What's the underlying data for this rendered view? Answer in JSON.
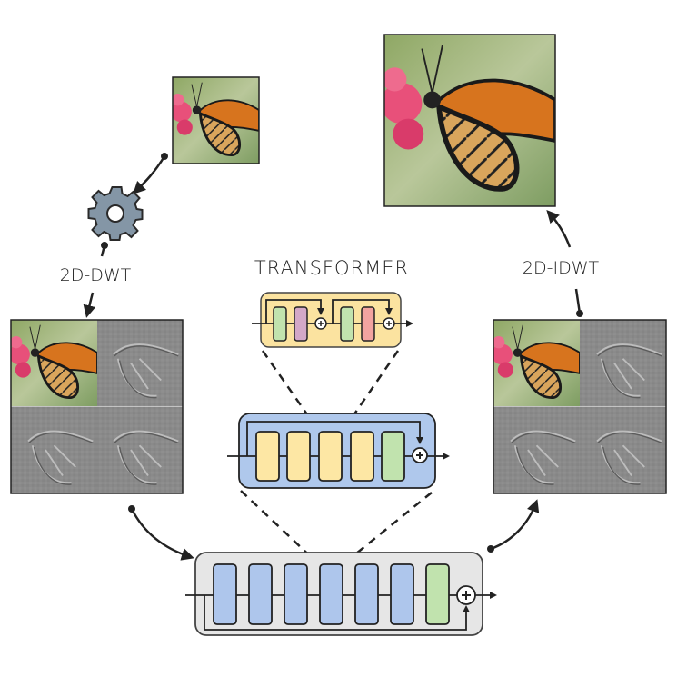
{
  "labels": {
    "dwt": "2D-DWT",
    "idwt": "2D-IDWT",
    "transformer": "TRANSFORMER"
  },
  "icons": [
    "gear-icon",
    "plus-icon",
    "arrow-icon"
  ],
  "colors": {
    "yellow_box": "#fbe3a0",
    "blue_box": "#afc8ec",
    "gray_box": "#e6e6e6",
    "block_green": "#c1e3ae",
    "block_purple": "#d3a8c8",
    "block_pink": "#f2a3a0",
    "block_yellow": "#fde7a4",
    "block_blue": "#aec6ec",
    "gear": "#8496a6"
  }
}
